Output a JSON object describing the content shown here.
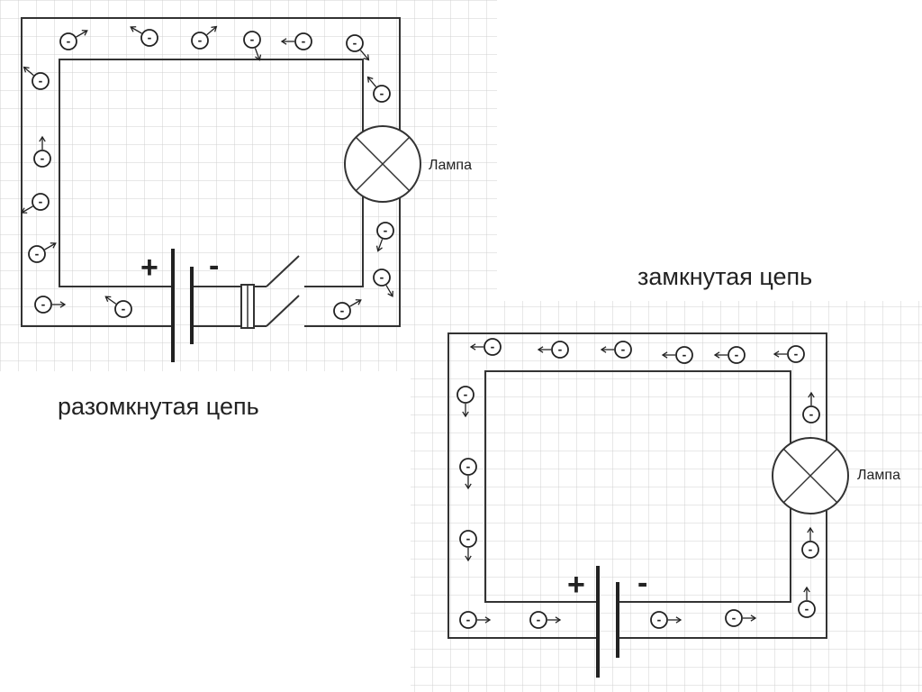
{
  "open_circuit": {
    "caption": "разомкнутая цепь",
    "lamp_label": "Лампа",
    "battery_plus": "+",
    "battery_minus": "-",
    "electron_symbol": "-"
  },
  "closed_circuit": {
    "caption": "замкнутая цепь",
    "lamp_label": "Лампа",
    "battery_plus": "+",
    "battery_minus": "-",
    "electron_symbol": "-"
  },
  "colors": {
    "grid": "#d0d0d0",
    "wire": "#333333",
    "background": "#ffffff"
  }
}
